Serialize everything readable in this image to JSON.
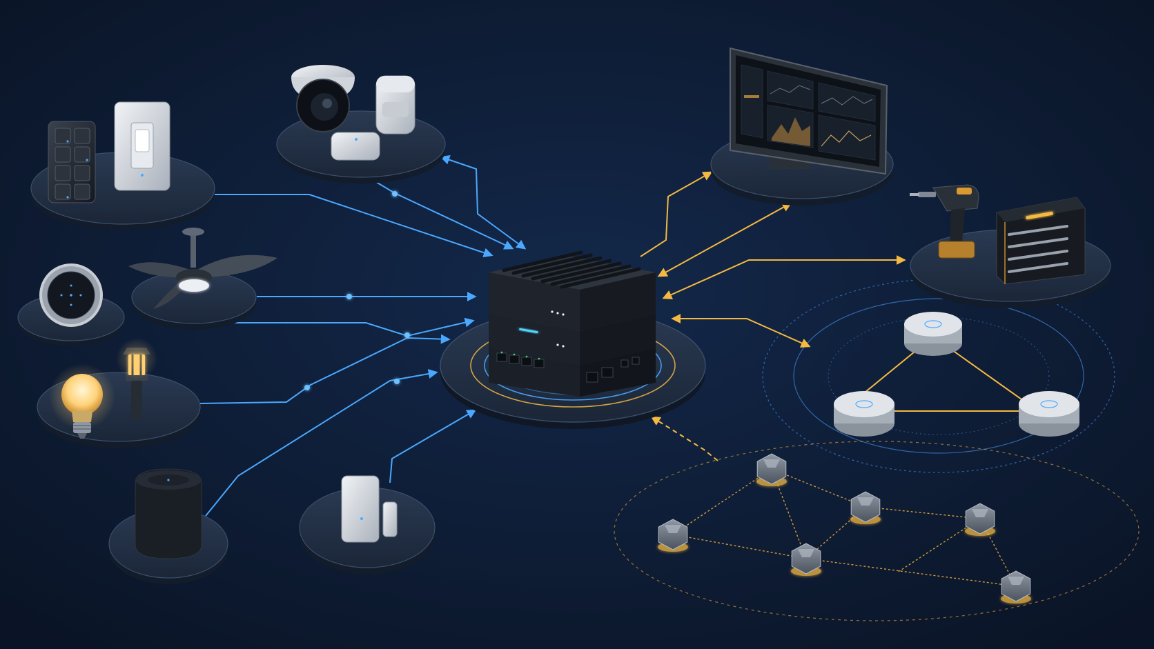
{
  "palette": {
    "background": "#0b1629",
    "background_glow": "#13284a",
    "platform_fill": "#1f2c3f",
    "platform_edge": "#3b4f6b",
    "platform_side": "#121c2b",
    "wired_link": "#4aa8ff",
    "wireless_link": "#f5b942",
    "device_light": "#d9dde3",
    "device_dark": "#1c222b",
    "hub_body": "#1a1f27",
    "bulb_glow": "#ffd27a"
  },
  "diagram": {
    "hub": {
      "icon": "hub-router-icon"
    },
    "devices": [
      {
        "id": "wall-switches",
        "icon": "wall-switch-icon"
      },
      {
        "id": "security-camera",
        "icon": "camera-icon"
      },
      {
        "id": "thermostat",
        "icon": "thermostat-icon"
      },
      {
        "id": "ceiling-fan",
        "icon": "fan-icon"
      },
      {
        "id": "smart-lights",
        "icon": "bulb-icon"
      },
      {
        "id": "smart-speaker",
        "icon": "speaker-icon"
      },
      {
        "id": "door-sensor",
        "icon": "door-sensor-icon"
      },
      {
        "id": "dashboard-monitor",
        "icon": "monitor-icon"
      },
      {
        "id": "tool-storage",
        "icon": "drill-icon"
      },
      {
        "id": "zigbee-pucks",
        "icon": "puck-icon"
      },
      {
        "id": "mesh-nodes",
        "icon": "mesh-node-icon"
      }
    ]
  }
}
